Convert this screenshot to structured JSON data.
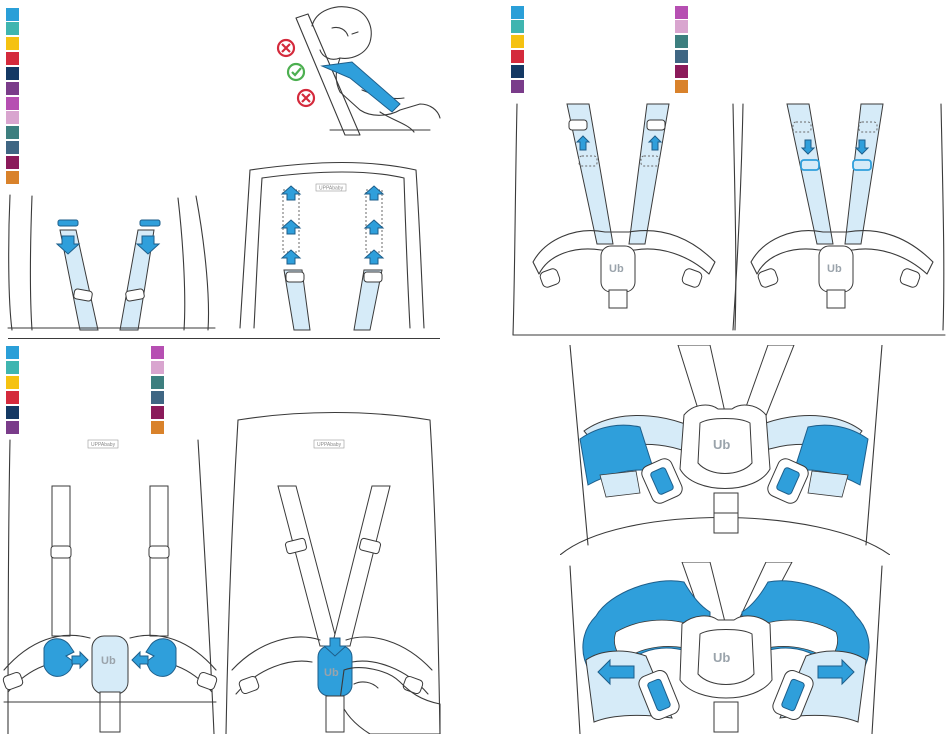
{
  "palette": {
    "p1": [
      "#2a9fd8",
      "#3fb5b0",
      "#f5c211",
      "#d42a3c",
      "#143964",
      "#7a3c8a",
      "#b64fb2",
      "#d9a5cf",
      "#3d7f7f",
      "#3f6683",
      "#8b1a5a",
      "#d9822b"
    ],
    "p2a": [
      "#2a9fd8",
      "#3fb5b0",
      "#f5c211",
      "#d42a3c",
      "#143964",
      "#7a3c8a"
    ],
    "p2b": [
      "#b64fb2",
      "#d9a5cf",
      "#3d7f7f",
      "#3f6683",
      "#8b1a5a",
      "#d9822b"
    ],
    "p3a": [
      "#2a9fd8",
      "#3fb5b0",
      "#f5c211",
      "#d42a3c",
      "#143964",
      "#7a3c8a"
    ],
    "p3b": [
      "#b64fb2",
      "#d9a5cf",
      "#3d7f7f",
      "#3f6683",
      "#8b1a5a",
      "#d9822b"
    ]
  },
  "icons": {
    "wrong_1": "cross-circle",
    "correct": "check-circle",
    "wrong_2": "cross-circle"
  },
  "colors": {
    "strap_fill": "#d6ebf8",
    "accent_blue": "#2f9fdb",
    "correct_green": "#4caf50",
    "wrong_red": "#d42a3c"
  },
  "brand": {
    "seat_label": "UPPAbaby",
    "buckle_mark": "Ub"
  }
}
